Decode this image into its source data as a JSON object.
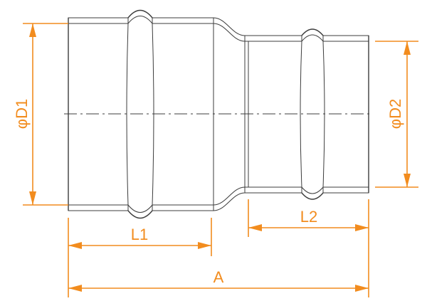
{
  "drawing": {
    "labels": {
      "d1": "φD1",
      "d2": "φD2",
      "l1": "L1",
      "l2": "L2",
      "a": "A"
    },
    "colors": {
      "dimension": "#f28c1e",
      "outline": "#3c3c3c",
      "background": "#ffffff"
    }
  }
}
